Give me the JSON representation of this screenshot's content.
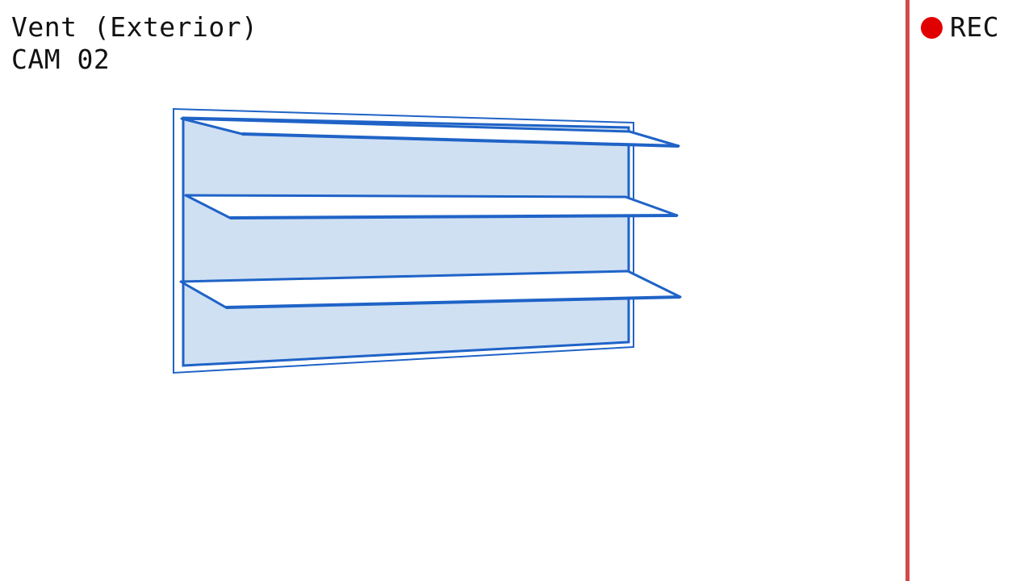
{
  "camera_overlay": {
    "location_label": "Vent (Exterior)",
    "camera_id": "CAM 02",
    "rec_label": "REC"
  },
  "colors": {
    "line_blue": "#1f63c7",
    "fill_blue": "#cfe0f3",
    "rec_red": "#e00000",
    "boundary_red": "#d24a4a"
  }
}
